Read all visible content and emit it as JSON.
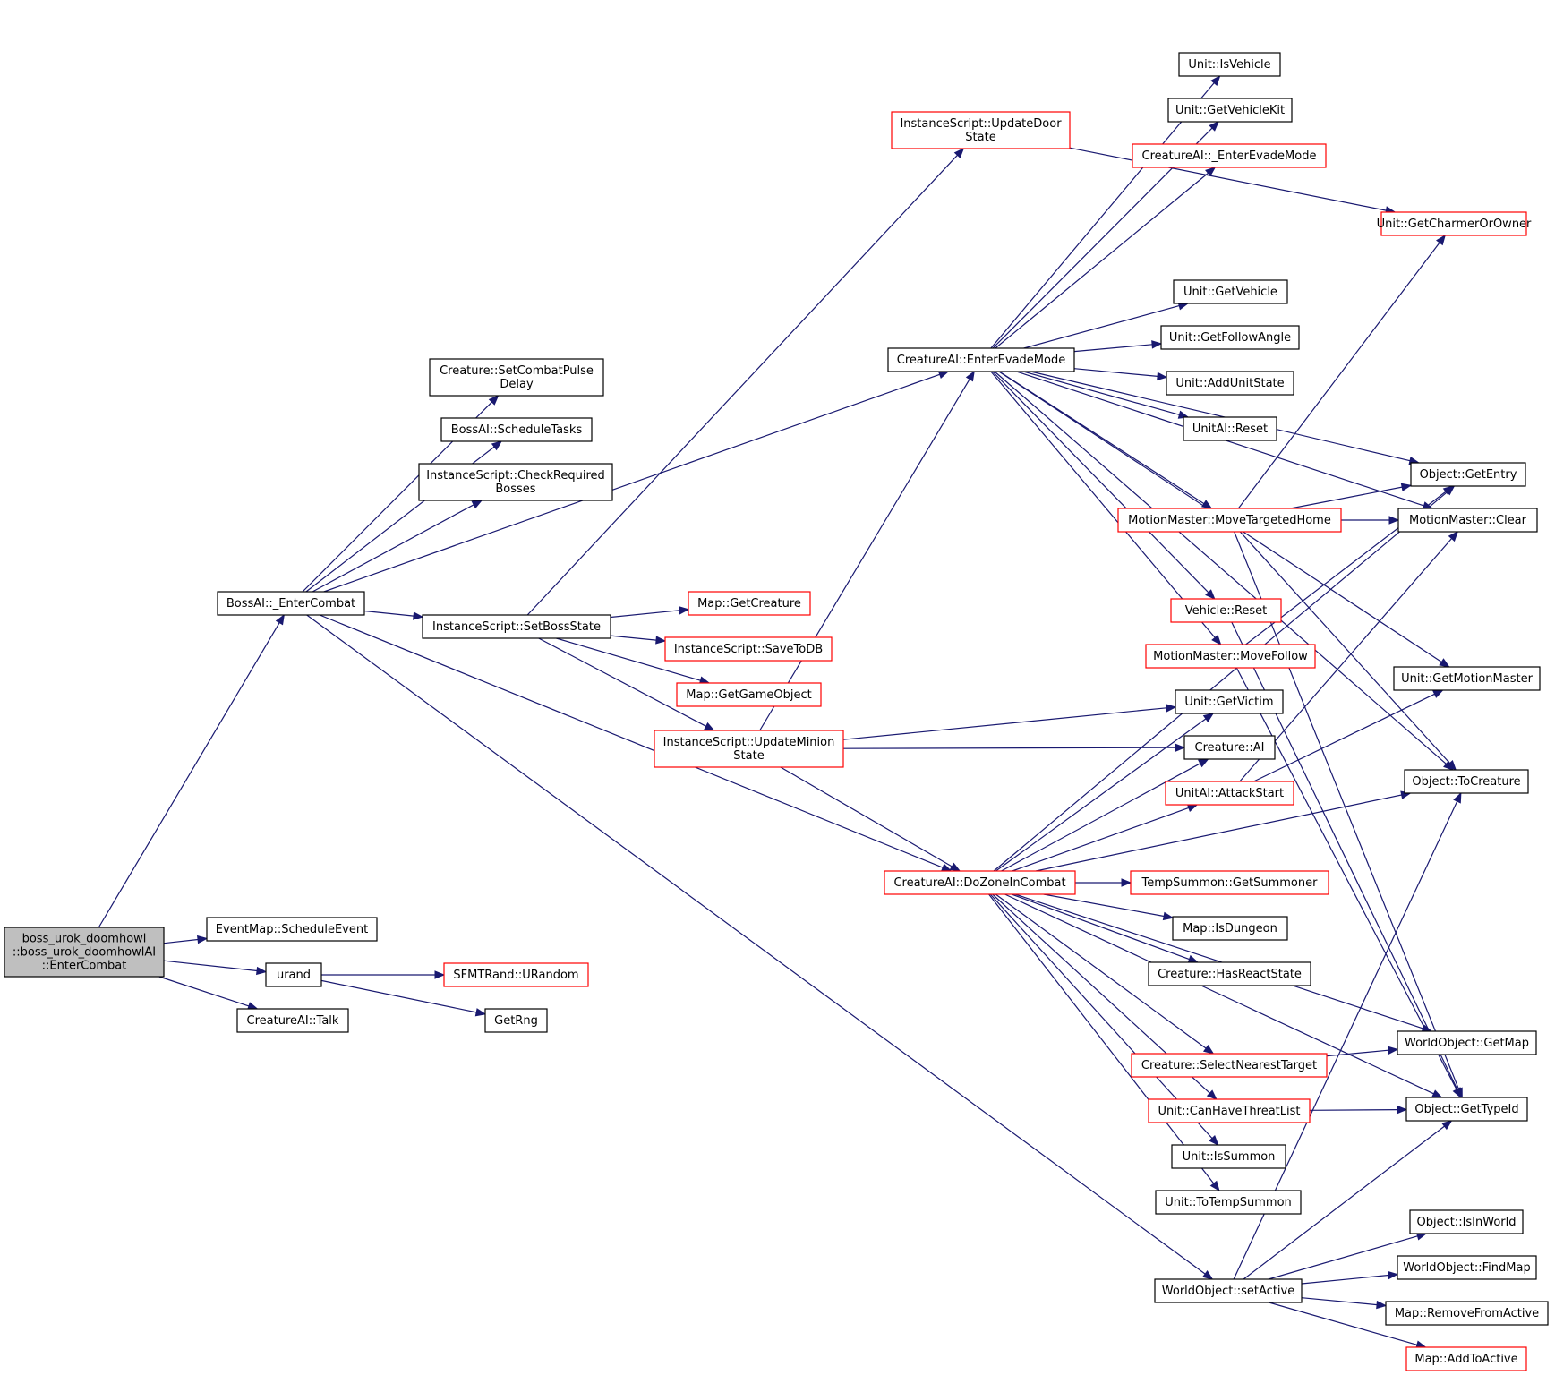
{
  "graph": {
    "nodes": [
      {
        "id": "root",
        "lines": [
          "boss_urok_doomhowl",
          "::boss_urok_doomhowlAI",
          "::EnterCombat"
        ],
        "border": "gray"
      },
      {
        "id": "bossai_entercombat",
        "lines": [
          "BossAI::_EnterCombat"
        ],
        "border": "black"
      },
      {
        "id": "eventmap_scheduleevent",
        "lines": [
          "EventMap::ScheduleEvent"
        ],
        "border": "black"
      },
      {
        "id": "urand",
        "lines": [
          "urand"
        ],
        "border": "black"
      },
      {
        "id": "creatureai_talk",
        "lines": [
          "CreatureAI::Talk"
        ],
        "border": "black"
      },
      {
        "id": "sfmtrand_urandom",
        "lines": [
          "SFMTRand::URandom"
        ],
        "border": "red"
      },
      {
        "id": "getrng",
        "lines": [
          "GetRng"
        ],
        "border": "black"
      },
      {
        "id": "creature_setcombatpulsedelay",
        "lines": [
          "Creature::SetCombatPulse",
          "Delay"
        ],
        "border": "black"
      },
      {
        "id": "bossai_scheduletasks",
        "lines": [
          "BossAI::ScheduleTasks"
        ],
        "border": "black"
      },
      {
        "id": "instancescript_checkrequiredbosses",
        "lines": [
          "InstanceScript::CheckRequired",
          "Bosses"
        ],
        "border": "black"
      },
      {
        "id": "instancescript_setbossstate",
        "lines": [
          "InstanceScript::SetBossState"
        ],
        "border": "black"
      },
      {
        "id": "instancescript_updatedoorstate",
        "lines": [
          "InstanceScript::UpdateDoor",
          "State"
        ],
        "border": "red"
      },
      {
        "id": "creatureai_enterevademode",
        "lines": [
          "CreatureAI::EnterEvadeMode"
        ],
        "border": "black"
      },
      {
        "id": "map_getcreature",
        "lines": [
          "Map::GetCreature"
        ],
        "border": "red"
      },
      {
        "id": "instancescript_savetodb",
        "lines": [
          "InstanceScript::SaveToDB"
        ],
        "border": "red"
      },
      {
        "id": "map_getgameobject",
        "lines": [
          "Map::GetGameObject"
        ],
        "border": "red"
      },
      {
        "id": "instancescript_updateminionstate",
        "lines": [
          "InstanceScript::UpdateMinion",
          "State"
        ],
        "border": "red"
      },
      {
        "id": "creatureai_dozoneincombat",
        "lines": [
          "CreatureAI::DoZoneInCombat"
        ],
        "border": "red"
      },
      {
        "id": "worldobject_setactive",
        "lines": [
          "WorldObject::setActive"
        ],
        "border": "black"
      },
      {
        "id": "unit_isvehicle",
        "lines": [
          "Unit::IsVehicle"
        ],
        "border": "black"
      },
      {
        "id": "unit_getvehiclekit",
        "lines": [
          "Unit::GetVehicleKit"
        ],
        "border": "black"
      },
      {
        "id": "creatureai__enterevademode",
        "lines": [
          "CreatureAI::_EnterEvadeMode"
        ],
        "border": "red"
      },
      {
        "id": "unit_getvehicle",
        "lines": [
          "Unit::GetVehicle"
        ],
        "border": "black"
      },
      {
        "id": "unit_getfollowangle",
        "lines": [
          "Unit::GetFollowAngle"
        ],
        "border": "black"
      },
      {
        "id": "unit_addunitstate",
        "lines": [
          "Unit::AddUnitState"
        ],
        "border": "black"
      },
      {
        "id": "unitai_reset",
        "lines": [
          "UnitAI::Reset"
        ],
        "border": "black"
      },
      {
        "id": "motionmaster_movetargetedhome",
        "lines": [
          "MotionMaster::MoveTargetedHome"
        ],
        "border": "red"
      },
      {
        "id": "vehicle_reset",
        "lines": [
          "Vehicle::Reset"
        ],
        "border": "red"
      },
      {
        "id": "motionmaster_movefollow",
        "lines": [
          "MotionMaster::MoveFollow"
        ],
        "border": "red"
      },
      {
        "id": "unit_getvictim",
        "lines": [
          "Unit::GetVictim"
        ],
        "border": "black"
      },
      {
        "id": "creature_ai",
        "lines": [
          "Creature::AI"
        ],
        "border": "black"
      },
      {
        "id": "unitai_attackstart",
        "lines": [
          "UnitAI::AttackStart"
        ],
        "border": "red"
      },
      {
        "id": "tempsummon_getsummoner",
        "lines": [
          "TempSummon::GetSummoner"
        ],
        "border": "red"
      },
      {
        "id": "map_isdungeon",
        "lines": [
          "Map::IsDungeon"
        ],
        "border": "black"
      },
      {
        "id": "creature_hasreactstate",
        "lines": [
          "Creature::HasReactState"
        ],
        "border": "black"
      },
      {
        "id": "creature_selectnearesttarget",
        "lines": [
          "Creature::SelectNearestTarget"
        ],
        "border": "red"
      },
      {
        "id": "unit_canhavethreatlist",
        "lines": [
          "Unit::CanHaveThreatList"
        ],
        "border": "red"
      },
      {
        "id": "unit_issummon",
        "lines": [
          "Unit::IsSummon"
        ],
        "border": "black"
      },
      {
        "id": "unit_totempsummon",
        "lines": [
          "Unit::ToTempSummon"
        ],
        "border": "black"
      },
      {
        "id": "unit_getcharmerorowner",
        "lines": [
          "Unit::GetCharmerOrOwner"
        ],
        "border": "red"
      },
      {
        "id": "object_getentry",
        "lines": [
          "Object::GetEntry"
        ],
        "border": "black"
      },
      {
        "id": "motionmaster_clear",
        "lines": [
          "MotionMaster::Clear"
        ],
        "border": "black"
      },
      {
        "id": "unit_getmotionmaster",
        "lines": [
          "Unit::GetMotionMaster"
        ],
        "border": "black"
      },
      {
        "id": "object_tocreature",
        "lines": [
          "Object::ToCreature"
        ],
        "border": "black"
      },
      {
        "id": "worldobject_getmap",
        "lines": [
          "WorldObject::GetMap"
        ],
        "border": "black"
      },
      {
        "id": "object_gettypeid",
        "lines": [
          "Object::GetTypeId"
        ],
        "border": "black"
      },
      {
        "id": "object_isinworld",
        "lines": [
          "Object::IsInWorld"
        ],
        "border": "black"
      },
      {
        "id": "worldobject_findmap",
        "lines": [
          "WorldObject::FindMap"
        ],
        "border": "black"
      },
      {
        "id": "map_removefromactive",
        "lines": [
          "Map::RemoveFromActive"
        ],
        "border": "black"
      },
      {
        "id": "map_addtoactive",
        "lines": [
          "Map::AddToActive"
        ],
        "border": "red"
      }
    ],
    "edges": [
      [
        "root",
        "bossai_entercombat"
      ],
      [
        "root",
        "eventmap_scheduleevent"
      ],
      [
        "root",
        "urand"
      ],
      [
        "root",
        "creatureai_talk"
      ],
      [
        "urand",
        "sfmtrand_urandom"
      ],
      [
        "urand",
        "getrng"
      ],
      [
        "bossai_entercombat",
        "creature_setcombatpulsedelay"
      ],
      [
        "bossai_entercombat",
        "bossai_scheduletasks"
      ],
      [
        "bossai_entercombat",
        "instancescript_checkrequiredbosses"
      ],
      [
        "bossai_entercombat",
        "creatureai_enterevademode"
      ],
      [
        "bossai_entercombat",
        "instancescript_setbossstate"
      ],
      [
        "bossai_entercombat",
        "creatureai_dozoneincombat"
      ],
      [
        "bossai_entercombat",
        "worldobject_setactive"
      ],
      [
        "instancescript_setbossstate",
        "instancescript_updatedoorstate"
      ],
      [
        "instancescript_setbossstate",
        "map_getcreature"
      ],
      [
        "instancescript_setbossstate",
        "instancescript_savetodb"
      ],
      [
        "instancescript_setbossstate",
        "map_getgameobject"
      ],
      [
        "instancescript_setbossstate",
        "instancescript_updateminionstate"
      ],
      [
        "instancescript_updatedoorstate",
        "unit_getcharmerorowner"
      ],
      [
        "instancescript_updateminionstate",
        "creatureai_enterevademode"
      ],
      [
        "instancescript_updateminionstate",
        "unit_getvictim"
      ],
      [
        "instancescript_updateminionstate",
        "creature_ai"
      ],
      [
        "instancescript_updateminionstate",
        "creatureai_dozoneincombat"
      ],
      [
        "creatureai_enterevademode",
        "unit_isvehicle"
      ],
      [
        "creatureai_enterevademode",
        "unit_getvehiclekit"
      ],
      [
        "creatureai_enterevademode",
        "creatureai__enterevademode"
      ],
      [
        "creatureai_enterevademode",
        "object_getentry"
      ],
      [
        "creatureai_enterevademode",
        "motionmaster_clear"
      ],
      [
        "creatureai_enterevademode",
        "unit_getvehicle"
      ],
      [
        "creatureai_enterevademode",
        "unit_getfollowangle"
      ],
      [
        "creatureai_enterevademode",
        "unit_addunitstate"
      ],
      [
        "creatureai_enterevademode",
        "unitai_reset"
      ],
      [
        "creatureai_enterevademode",
        "motionmaster_movetargetedhome"
      ],
      [
        "creatureai_enterevademode",
        "vehicle_reset"
      ],
      [
        "creatureai_enterevademode",
        "motionmaster_movefollow"
      ],
      [
        "creatureai_enterevademode",
        "unit_getmotionmaster"
      ],
      [
        "creatureai_enterevademode",
        "object_tocreature"
      ],
      [
        "motionmaster_movetargetedhome",
        "object_getentry"
      ],
      [
        "motionmaster_movetargetedhome",
        "motionmaster_clear"
      ],
      [
        "motionmaster_movetargetedhome",
        "unit_getcharmerorowner"
      ],
      [
        "motionmaster_movetargetedhome",
        "object_tocreature"
      ],
      [
        "motionmaster_movetargetedhome",
        "object_gettypeid"
      ],
      [
        "vehicle_reset",
        "object_gettypeid"
      ],
      [
        "motionmaster_movefollow",
        "object_getentry"
      ],
      [
        "motionmaster_movefollow",
        "object_gettypeid"
      ],
      [
        "unitai_attackstart",
        "motionmaster_clear"
      ],
      [
        "unitai_attackstart",
        "unit_getmotionmaster"
      ],
      [
        "creatureai_dozoneincombat",
        "object_getentry"
      ],
      [
        "creatureai_dozoneincombat",
        "unit_getvictim"
      ],
      [
        "creatureai_dozoneincombat",
        "creature_ai"
      ],
      [
        "creatureai_dozoneincombat",
        "unitai_attackstart"
      ],
      [
        "creatureai_dozoneincombat",
        "object_tocreature"
      ],
      [
        "creatureai_dozoneincombat",
        "tempsummon_getsummoner"
      ],
      [
        "creatureai_dozoneincombat",
        "map_isdungeon"
      ],
      [
        "creatureai_dozoneincombat",
        "creature_hasreactstate"
      ],
      [
        "creatureai_dozoneincombat",
        "worldobject_getmap"
      ],
      [
        "creatureai_dozoneincombat",
        "creature_selectnearesttarget"
      ],
      [
        "creatureai_dozoneincombat",
        "unit_canhavethreatlist"
      ],
      [
        "creatureai_dozoneincombat",
        "unit_issummon"
      ],
      [
        "creatureai_dozoneincombat",
        "unit_totempsummon"
      ],
      [
        "creatureai_dozoneincombat",
        "object_gettypeid"
      ],
      [
        "creature_selectnearesttarget",
        "worldobject_getmap"
      ],
      [
        "unit_canhavethreatlist",
        "object_gettypeid"
      ],
      [
        "worldobject_setactive",
        "object_gettypeid"
      ],
      [
        "worldobject_setactive",
        "object_tocreature"
      ],
      [
        "worldobject_setactive",
        "object_isinworld"
      ],
      [
        "worldobject_setactive",
        "worldobject_findmap"
      ],
      [
        "worldobject_setactive",
        "map_removefromactive"
      ],
      [
        "worldobject_setactive",
        "map_addtoactive"
      ]
    ]
  },
  "colors": {
    "edge": "#191970",
    "border_black": "#000000",
    "border_red": "#ff0000",
    "root_fill": "#bfbfbf"
  }
}
